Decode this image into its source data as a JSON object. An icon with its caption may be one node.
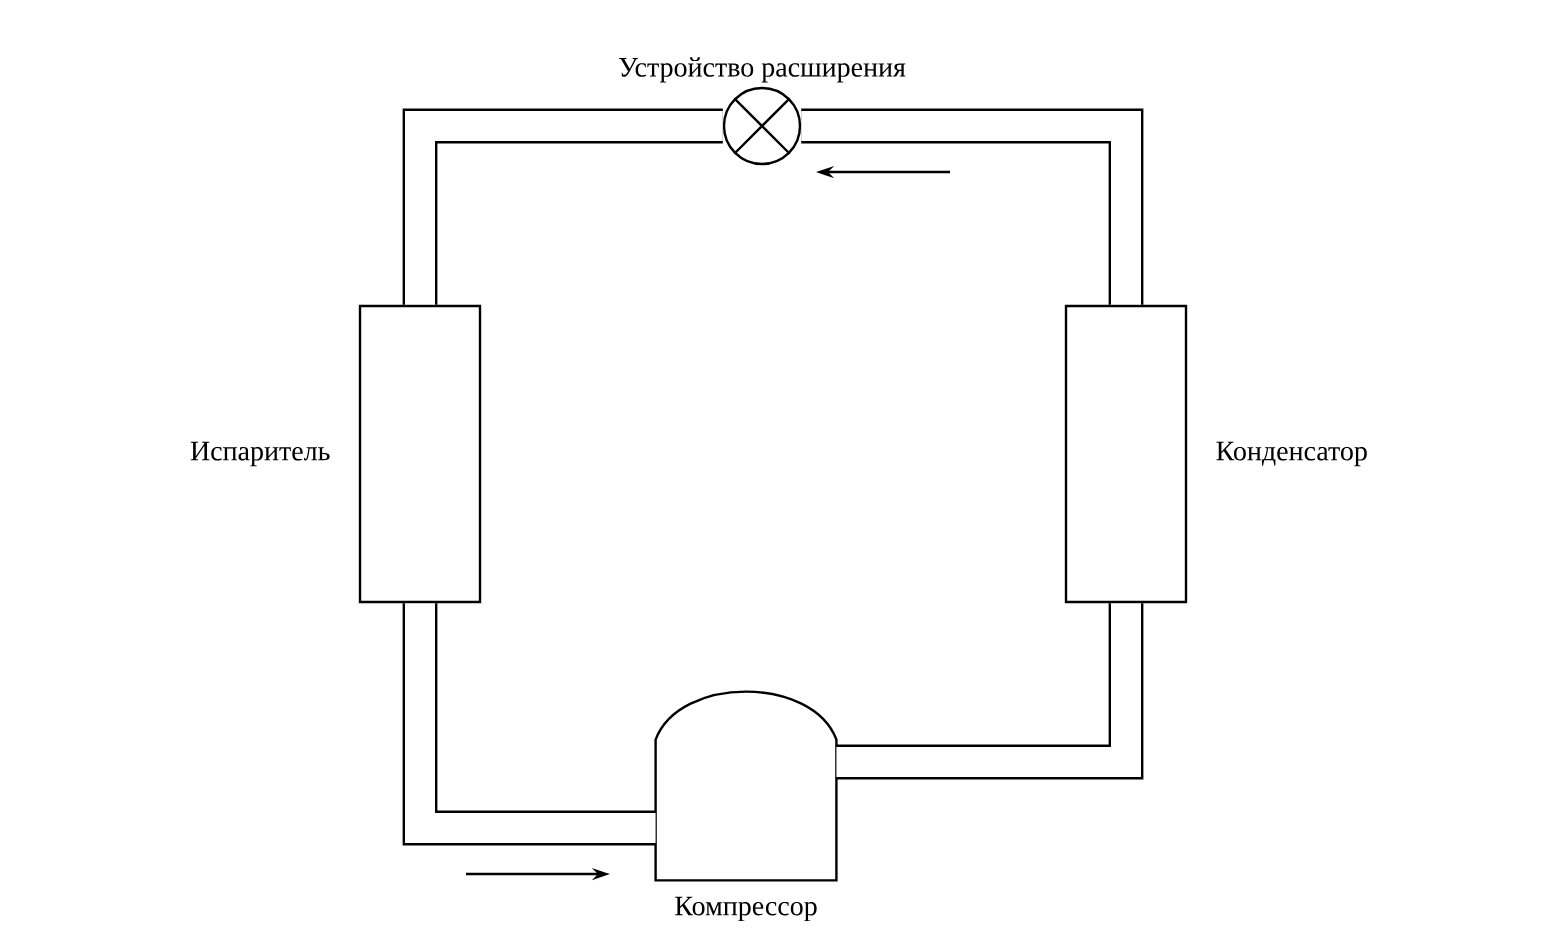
{
  "diagram": {
    "nodes": [
      {
        "text": [
          "Устройство расширения"
        ]
      },
      {
        "text": [
          "Испаритель"
        ]
      },
      {
        "text": [
          "Конденсатор"
        ]
      },
      {
        "text": [
          "Компрессор"
        ]
      }
    ],
    "edges": [
      {
        "from": 0,
        "to": 1,
        "arrow": "none"
      },
      {
        "from": 1,
        "to": 3,
        "arrow": "none"
      },
      {
        "from": 3,
        "to": 2,
        "arrow": "none"
      },
      {
        "from": 2,
        "to": 0,
        "arrow": "none"
      }
    ]
  }
}
